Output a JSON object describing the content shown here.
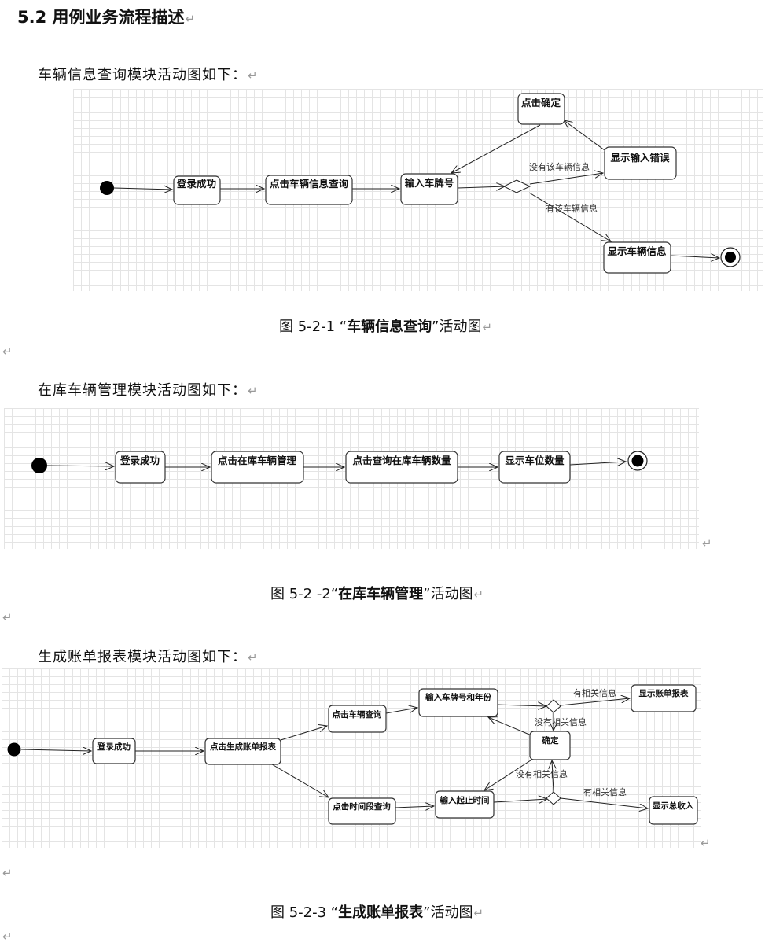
{
  "heading": "5.2 用例业务流程描述",
  "return_mark": "↵",
  "section1": {
    "intro": "车辆信息查询模块活动图如下：",
    "caption_prefix": "图 5-2-1 “",
    "caption_name": "车辆信息查询",
    "caption_suffix": "”活动图",
    "nodes": {
      "login": "登录成功",
      "query": "点击车辆信息查询",
      "plate": "输入车牌号",
      "confirm": "点击确定",
      "error": "显示输入错误",
      "show": "显示车辆信息"
    },
    "guards": {
      "none": "没有该车辆信息",
      "has": "有该车辆信息"
    }
  },
  "section2": {
    "intro": "在库车辆管理模块活动图如下：",
    "caption_prefix": "图 5-2 -2“",
    "caption_name": "在库车辆管理",
    "caption_suffix": "”活动图",
    "nodes": {
      "login": "登录成功",
      "manage": "点击在库车辆管理",
      "count": "点击查询在库车辆数量",
      "spaces": "显示车位数量"
    }
  },
  "section3": {
    "intro": "生成账单报表模块活动图如下：",
    "caption_prefix": "图 5-2-3 “",
    "caption_name": "生成账单报表",
    "caption_suffix": "”活动图",
    "nodes": {
      "login": "登录成功",
      "report": "点击生成账单报表",
      "vehicle": "点击车辆查询",
      "plate_year": "输入车牌号和年份",
      "show_report": "显示账单报表",
      "confirm": "确定",
      "period": "点击时间段查询",
      "time": "输入起止时间",
      "show_total": "显示总收入"
    },
    "guards": {
      "has_top": "有相关信息",
      "none_top": "没有相关信息",
      "none_bottom": "没有相关信息",
      "has_bottom": "有相关信息"
    }
  }
}
